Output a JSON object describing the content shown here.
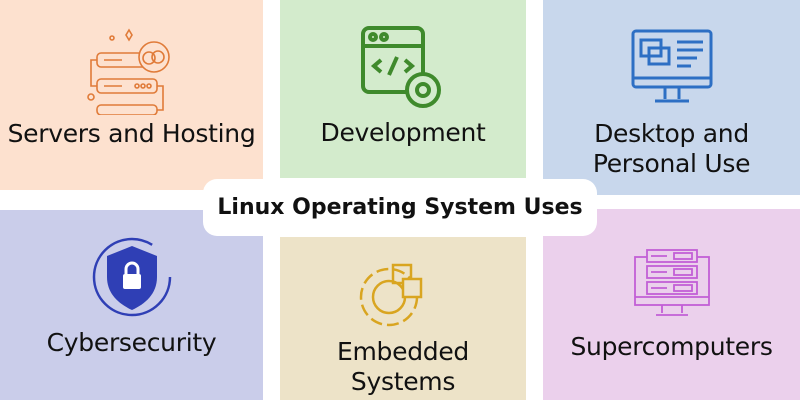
{
  "title": "Linux Operating System Uses",
  "panels": [
    {
      "label": "Servers and Hosting",
      "icon": "server-cloud-icon",
      "color": "#e07b39"
    },
    {
      "label": "Development",
      "icon": "code-window-gear-icon",
      "color": "#3f8a2c"
    },
    {
      "label": "Desktop and Personal Use",
      "icon": "desktop-monitor-icon",
      "color": "#2d6fc4"
    },
    {
      "label": "Cybersecurity",
      "icon": "shield-lock-icon",
      "color": "#2f3fb5"
    },
    {
      "label": "Embedded Systems",
      "icon": "gear-puzzle-icon",
      "color": "#d9a520"
    },
    {
      "label": "Supercomputers",
      "icon": "supercomputer-monitor-icon",
      "color": "#c25fd6"
    }
  ]
}
